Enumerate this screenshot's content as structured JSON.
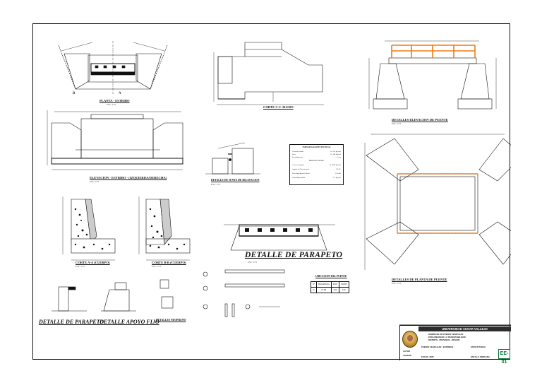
{
  "sheet": {
    "views": {
      "plan_stirrup": "PLANTA - ESTRIBO",
      "section_cc": "CORTE C-C ALERO",
      "elevation_view": "DETALLES ELEVACION DE PUENTE",
      "elevation_stirrup": "ELEVACION - ESTRIBO - (IZQUIERDA/DERECHA)",
      "joint_detail": "DETALLE DE JUNTA DE DILATACION",
      "section_aa": "CORTE A-A (CUERPO)",
      "section_bb": "CORTE B-B (CUERPO)",
      "parapet_main": "DETALLE DE PARAPETO",
      "plan_bridge": "DETALLES DE PLANTA DE PUENTE",
      "parapet_small": "DETALLE DE PARAPETO",
      "fixed_support": "DETALLE APOYO FIJO",
      "neoprene": "DETALLES NEOPRENO",
      "location_table_title": "UBICACION DEL PUENTE"
    },
    "scale_label": "ESC: 1/75",
    "markers": {
      "a": "A",
      "b": "B"
    }
  },
  "specs": {
    "title": "ESPECIFICACIONES TECNICAS",
    "subtitle": "Mezcla de Concreto",
    "rows": [
      {
        "label": "Concreto estribo",
        "value": "f'c=210 kg/cm2"
      },
      {
        "label": "Losa",
        "value": "f'c=280 kg/cm2"
      },
      {
        "label": "Recubrimientos",
        "value": "r=5 cm"
      },
      {
        "label": "Acero Corrugado",
        "value": "fy=4200 kg/cm2"
      },
      {
        "label": "Angulo de Friccion suelo",
        "value": "Ø=30°"
      },
      {
        "label": "Peso Especifico del Suelo",
        "value": "1.8 t/m3"
      },
      {
        "label": "Capacidad portante",
        "value": "1.2 kg/cm2"
      }
    ]
  },
  "location": {
    "headers": [
      "N°",
      "PROGRESIVA",
      "ESTE",
      "NORTE"
    ],
    "row": [
      "01",
      "0+180",
      "0.00",
      "0.00"
    ]
  },
  "title_block": {
    "university": "UNIVERSIDAD CESAR VALLEJO",
    "project_line1": "DISEÑO DE UN PUENTE VEHICULAR",
    "project_line2": "PARA MEJORAR LA TRANSITABILIDAD",
    "project_line3": "DISTRITO - PROVINCIA - REGION",
    "plan_label": "PUENTE VEHICULAR - ESTRIBOS",
    "content_label": "ESTRUCTURAS",
    "date_label": "FECHA: 2023",
    "scale_label": "ESCALA: INDICADA",
    "author_label": "AUTOR",
    "advisor_label": "ASESOR",
    "sheet_code": "EE-01"
  },
  "colors": {
    "line": "#111111",
    "railing": "#f07a10",
    "sheet_code": "#0a7a3a",
    "banner": "#2c2c2c"
  }
}
